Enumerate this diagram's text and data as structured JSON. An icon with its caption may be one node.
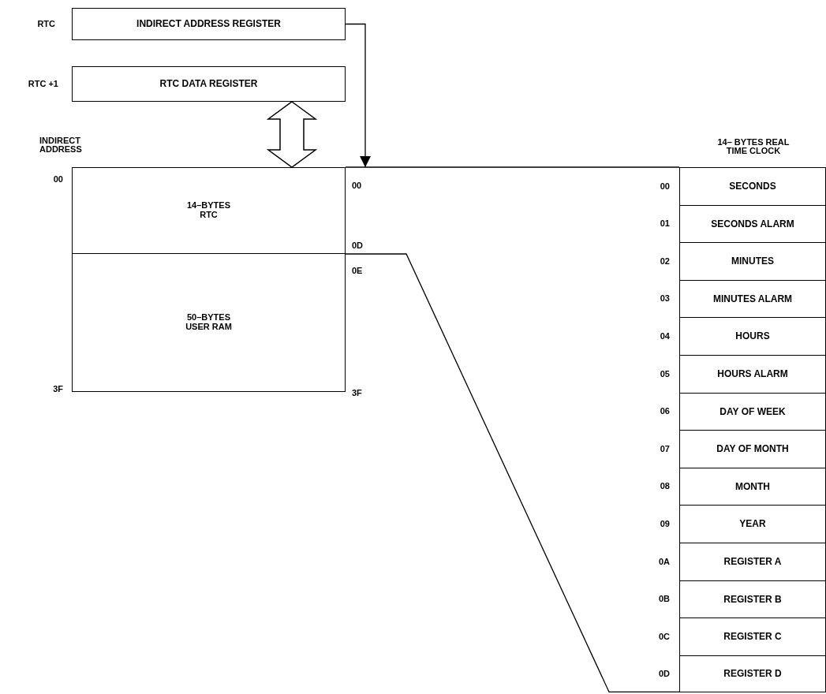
{
  "diagram": {
    "nodes": [
      {
        "text": [
          "INDIRECT ADDRESS REGISTER"
        ],
        "beside": [
          "RTC"
        ]
      },
      {
        "text": [
          "RTC DATA REGISTER"
        ],
        "beside": [
          "RTC +1"
        ]
      },
      {
        "text": [
          "14–BYTES RTC"
        ]
      },
      {
        "text": [
          "50–BYTES USER RAM"
        ]
      },
      {
        "text": [
          "SECONDS"
        ],
        "beside": [
          "00"
        ]
      },
      {
        "text": [
          "SECONDS ALARM"
        ],
        "beside": [
          "01"
        ]
      },
      {
        "text": [
          "MINUTES"
        ],
        "beside": [
          "02"
        ]
      },
      {
        "text": [
          "MINUTES ALARM"
        ],
        "beside": [
          "03"
        ]
      },
      {
        "text": [
          "HOURS"
        ],
        "beside": [
          "04"
        ]
      },
      {
        "text": [
          "HOURS ALARM"
        ],
        "beside": [
          "05"
        ]
      },
      {
        "text": [
          "DAY OF WEEK"
        ],
        "beside": [
          "06"
        ]
      },
      {
        "text": [
          "DAY OF MONTH"
        ],
        "beside": [
          "07"
        ]
      },
      {
        "text": [
          "MONTH"
        ],
        "beside": [
          "08"
        ]
      },
      {
        "text": [
          "YEAR"
        ],
        "beside": [
          "09"
        ]
      },
      {
        "text": [
          "REGISTER A"
        ],
        "beside": [
          "0A"
        ]
      },
      {
        "text": [
          "REGISTER B"
        ],
        "beside": [
          "0B"
        ]
      },
      {
        "text": [
          "REGISTER C"
        ],
        "beside": [
          "0C"
        ]
      },
      {
        "text": [
          "REGISTER D"
        ],
        "beside": [
          "0D"
        ]
      }
    ],
    "edges": [
      {
        "from": 0,
        "to": 2,
        "arrow": "to"
      },
      {
        "from": 1,
        "to": 2,
        "arrow": "both",
        "style": "thick"
      },
      {
        "from": 2,
        "to": 4,
        "arrow": "none"
      },
      {
        "from": 2,
        "to": 17,
        "arrow": "none"
      }
    ],
    "labels": [
      "INDIRECT ADDRESS",
      "00",
      "00",
      "0D",
      "0E",
      "3F",
      "3F",
      "14– BYTES REAL TIME CLOCK"
    ]
  }
}
